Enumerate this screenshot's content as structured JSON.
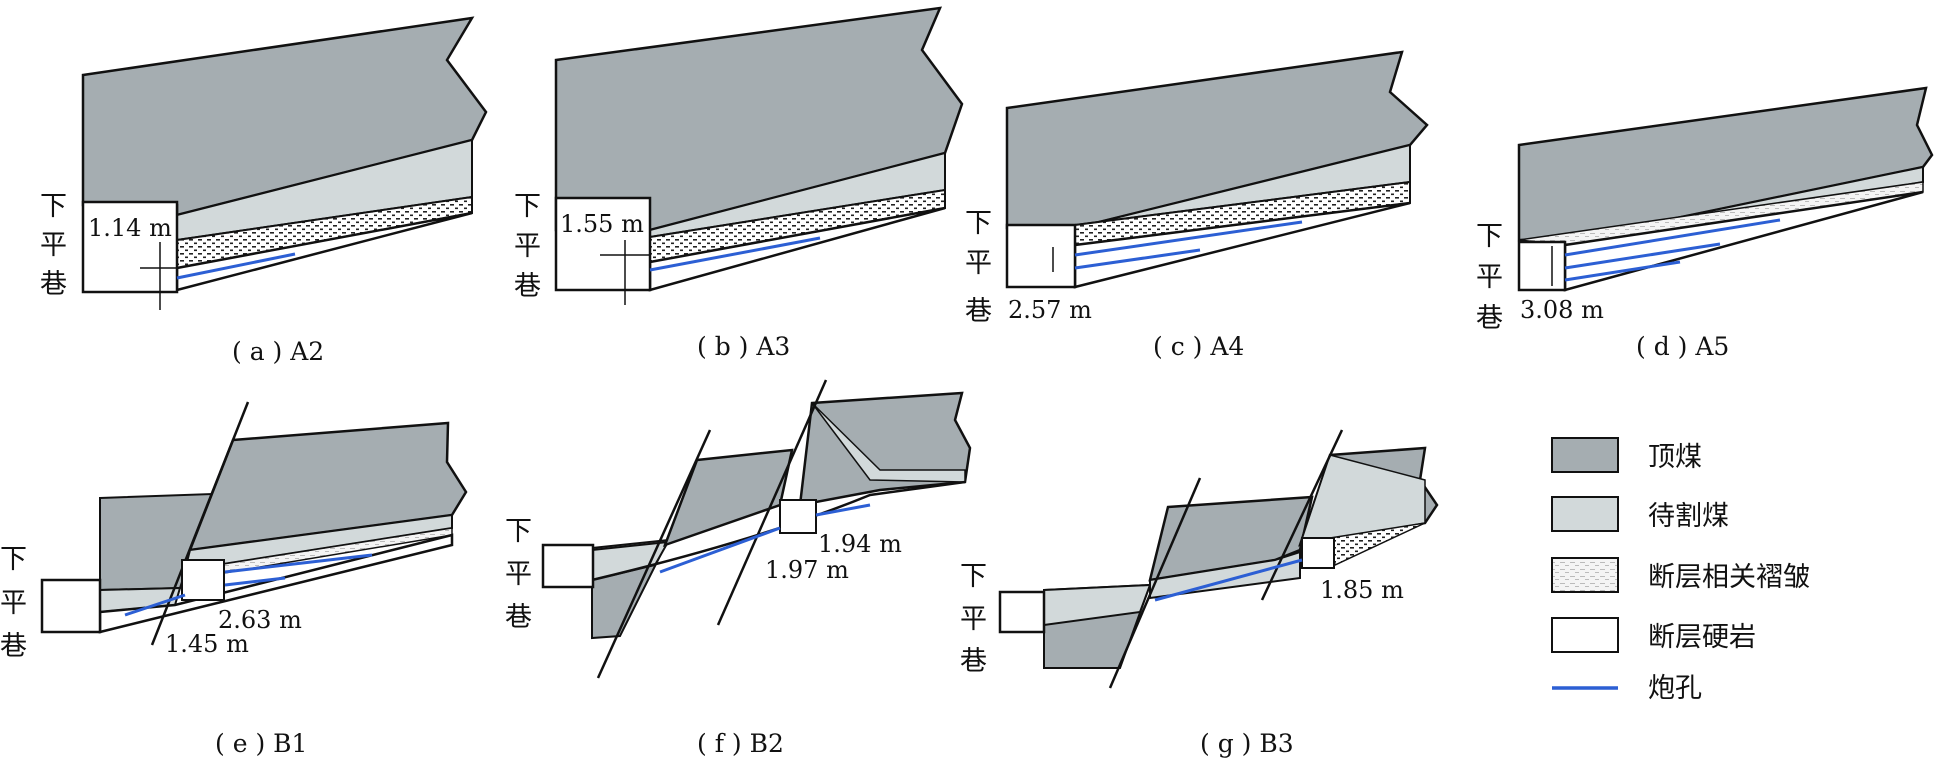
{
  "colors": {
    "top_coal": "#a5adb1",
    "coal_to_cut": "#d2d9da",
    "fold_zone": "#e6e6e6",
    "hard_rock": "#ffffff",
    "blast_hole": "#2c5fd4",
    "outline": "#111111"
  },
  "roadway_label": [
    "下",
    "平",
    "巷"
  ],
  "panels": [
    {
      "caption": "( a ) A2",
      "measure": "1.14 m"
    },
    {
      "caption": "( b ) A3",
      "measure": "1.55 m"
    },
    {
      "caption": "( c ) A4",
      "measure": "2.57 m"
    },
    {
      "caption": "( d ) A5",
      "measure": "3.08 m"
    },
    {
      "caption": "( e ) B1",
      "measure_a": "2.63 m",
      "measure_b": "1.45 m"
    },
    {
      "caption": "( f ) B2",
      "measure_a": "1.94 m",
      "measure_b": "1.97 m"
    },
    {
      "caption": "( g ) B3",
      "measure": "1.85 m"
    }
  ],
  "legend": [
    {
      "label": "顶煤",
      "swatch": "top_coal"
    },
    {
      "label": "待割煤",
      "swatch": "coal_to_cut"
    },
    {
      "label": "断层相关褶皱",
      "swatch": "fold_zone"
    },
    {
      "label": "断层硬岩",
      "swatch": "hard_rock"
    },
    {
      "label": "炮孔",
      "swatch": "blast_hole"
    }
  ]
}
